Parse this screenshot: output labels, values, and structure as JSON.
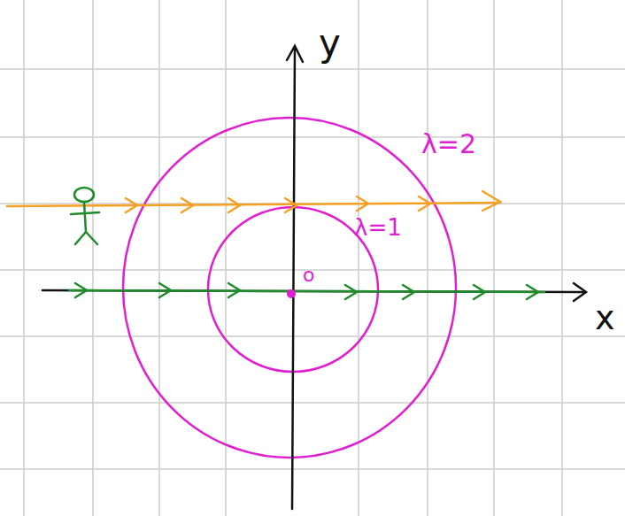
{
  "diagram": {
    "labels": [
      "y",
      "x",
      "o",
      "λ=2",
      "λ=1"
    ]
  }
}
